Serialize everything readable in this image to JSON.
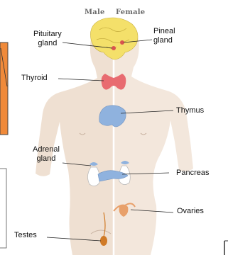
{
  "header": {
    "male": "Male",
    "female": "Female"
  },
  "labels": {
    "pituitary": "Pituitary\ngland",
    "pineal": "Pineal\ngland",
    "thyroid": "Thyroid",
    "thymus": "Thymus",
    "adrenal": "Adrenal\ngland",
    "pancreas": "Pancreas",
    "ovaries": "Ovaries",
    "testes": "Testes"
  },
  "colors": {
    "male_skin": "#efe0d2",
    "female_skin": "#f3e7dc",
    "brain": "#f4e06a",
    "thyroid": "#e86b70",
    "thymus": "#8fb2de",
    "pancreas": "#8fb2de",
    "ovary_tube": "#e8a06a",
    "testes": "#d07a26",
    "left_panel": "#f08a3a"
  }
}
